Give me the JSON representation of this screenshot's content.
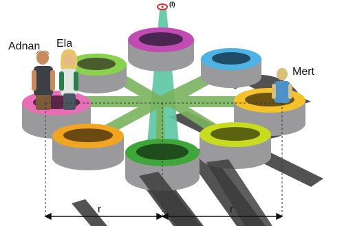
{
  "people": {
    "adnan": "Adnan",
    "ela": "Ela",
    "mert": "Mert"
  },
  "radius": {
    "left": "r",
    "right": "r"
  },
  "top_marker": "(I)",
  "colors": {
    "pole": "#5ec7a4",
    "arms": "#7ab35e",
    "seat_top": "#c04bb3",
    "seat_top_right": "#4fb3e6",
    "seat_right": "#f4c22b",
    "seat_lower_right": "#c9db1f",
    "seat_bottom": "#3fa63a",
    "seat_lower_left": "#f2a521",
    "seat_left": "#e86fb6",
    "seat_top_left": "#8ad14e",
    "shadow": "#3b3b3b"
  }
}
